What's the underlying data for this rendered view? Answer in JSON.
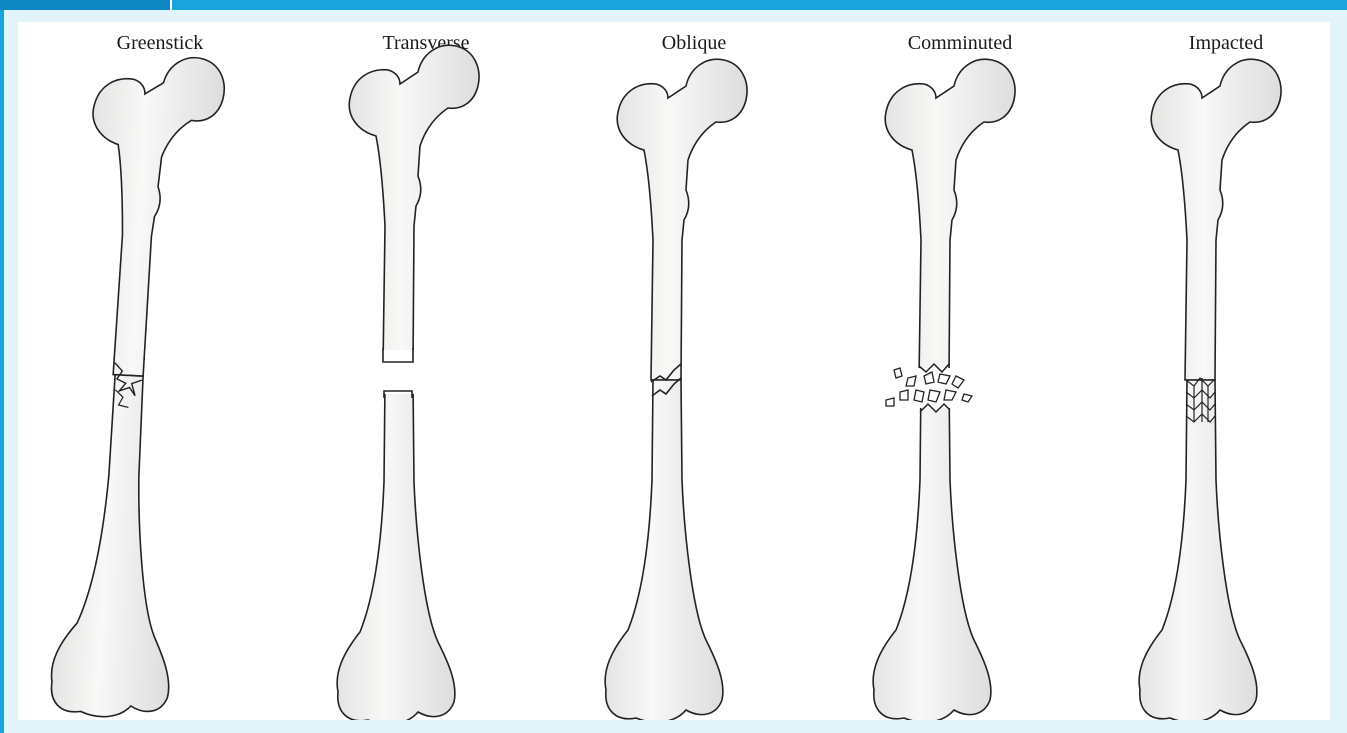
{
  "colors": {
    "accent": "#1aa3dc",
    "accent_dark": "#0e86c2",
    "frame": "#e3f3fa",
    "panel": "#ffffff",
    "bone_fill": "#f2f2f1",
    "bone_stroke": "#222222"
  },
  "fractures": [
    {
      "label": "Greenstick",
      "type": "greenstick"
    },
    {
      "label": "Transverse",
      "type": "transverse"
    },
    {
      "label": "Oblique",
      "type": "oblique"
    },
    {
      "label": "Comminuted",
      "type": "comminuted"
    },
    {
      "label": "Impacted",
      "type": "impacted"
    }
  ]
}
